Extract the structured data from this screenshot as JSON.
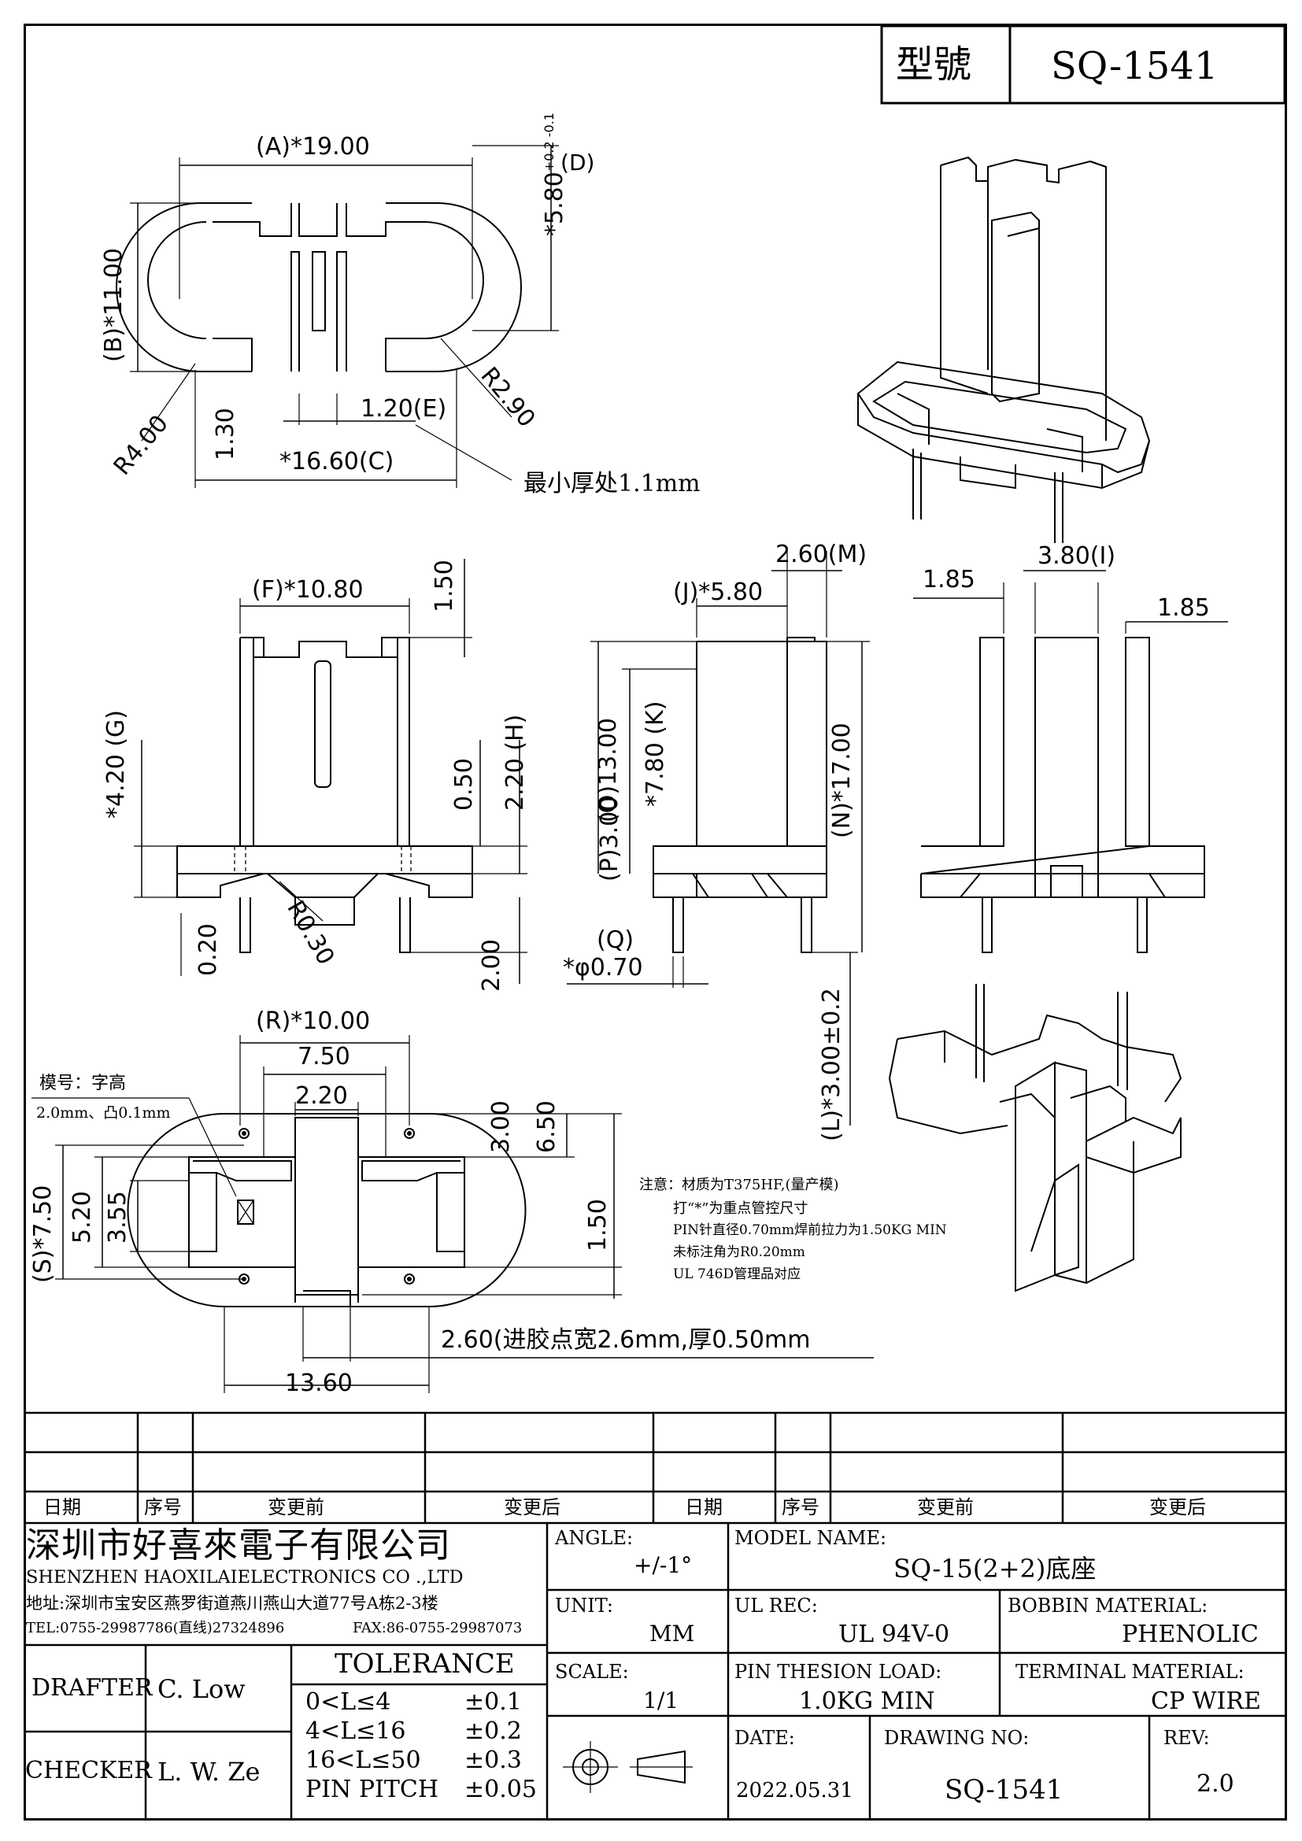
{
  "header": {
    "type_label": "型號",
    "part_no": "SQ-1541"
  },
  "dimensions": {
    "A": "19.00",
    "A_label": "A",
    "D_tol": "5.80",
    "D_label": "D",
    "tol_up": "+0.2",
    "tol_dn": "-0.1",
    "B": "11.00",
    "B_label": "B",
    "r4": "R4.00",
    "r29": "R2.90",
    "d130": "1.30",
    "E": "1.20",
    "E_label": "E",
    "C": "16.60",
    "C_label": "C",
    "min_thickness": "最小厚处1.1mm",
    "F": "10.80",
    "F_label": "F",
    "d150": "1.50",
    "G": "4.20",
    "G_label": "G",
    "H": "2.20",
    "H_label": "H",
    "d050": "0.50",
    "d020": "0.20",
    "r030": "R0.30",
    "d200": "2.00",
    "M": "2.60",
    "M_label": "M",
    "J": "5.80",
    "J_label": "J",
    "K": "7.80",
    "K_label": "K",
    "O": "13.00",
    "O_label": "O",
    "P": "3.00",
    "P_label": "P",
    "N": "17.00",
    "N_label": "N",
    "Q": "0.70",
    "Q_label": "Q",
    "L": "3.00±0.2",
    "L_label": "L",
    "d185a": "1.85",
    "I": "3.80",
    "I_label": "I",
    "d185b": "1.85",
    "R": "10.00",
    "R_label": "R",
    "d750": "7.50",
    "d220": "2.20",
    "d300": "3.00",
    "d650": "6.50",
    "S": "7.50",
    "S_label": "S",
    "d520": "5.20",
    "d355": "3.55",
    "d150b": "1.50",
    "gate": "2.60(进胶点宽2.6mm,厚0.50mm",
    "d1360": "13.60",
    "marking_1": "模号：字高",
    "marking_2": "2.0mm、凸0.1mm"
  },
  "notes": [
    "注意：材质为T375HF,(量产模)",
    "打“*”为重点管控尺寸",
    "PIN针直径0.70mm焊前拉力为1.50KG MIN",
    "未标注角为R0.20mm",
    "UL  746D管理品对应"
  ],
  "revision_table": {
    "headers": [
      "日期",
      "序号",
      "变更前",
      "变更后",
      "日期",
      "序号",
      "变更前",
      "变更后"
    ]
  },
  "title_block": {
    "company_cn": "深圳市好喜來電子有限公司",
    "company_en": "SHENZHEN HAOXILAIELECTRONICS CO .,LTD",
    "address": "地址:深圳市宝安区燕罗街道燕川燕山大道77号A栋2-3楼",
    "tel": "TEL:0755-29987786(直线)27324896",
    "fax": "FAX:86-0755-29987073",
    "drafter_label": "DRAFTER",
    "drafter": "C. Low",
    "checker_label": "CHECKER",
    "checker": "L. W. Ze",
    "tolerance_title": "TOLERANCE",
    "tolerances": [
      {
        "range": "0<L≤4",
        "tol": "±0.1"
      },
      {
        "range": "4<L≤16",
        "tol": "±0.2"
      },
      {
        "range": "16<L≤50",
        "tol": "±0.3"
      },
      {
        "range": "PIN PITCH",
        "tol": "±0.05"
      }
    ],
    "angle_label": "ANGLE:",
    "angle": "+/-1°",
    "unit_label": "UNIT:",
    "unit": "MM",
    "scale_label": "SCALE:",
    "scale": "1/1",
    "model_label": "MODEL NAME:",
    "model": "SQ-15(2+2)底座",
    "ul_label": "UL REC:",
    "ul": "UL 94V-0",
    "bobbin_label": "BOBBIN MATERIAL:",
    "bobbin": "PHENOLIC",
    "pin_load_label": "PIN THESION LOAD:",
    "pin_load": "1.0KG MIN",
    "terminal_label": "TERMINAL MATERIAL:",
    "terminal": "CP WIRE",
    "date_label": "DATE:",
    "date": "2022.05.31",
    "drawing_no_label": "DRAWING NO:",
    "drawing_no": "SQ-1541",
    "rev_label": "REV:",
    "rev": "2.0"
  }
}
